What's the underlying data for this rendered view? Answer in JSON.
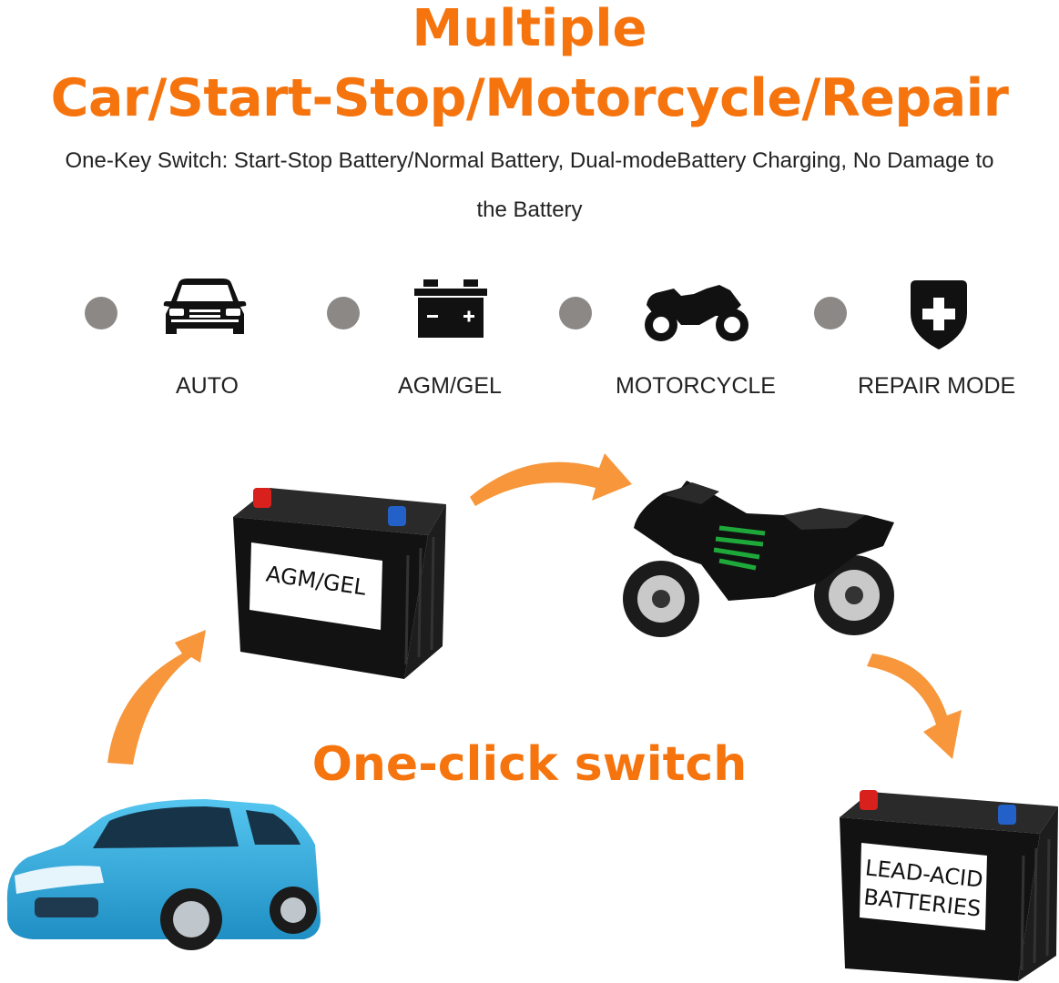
{
  "colors": {
    "accent": "#f5740e",
    "arrow": "#f7963a",
    "dot": "#8c8886",
    "car_blue": "#29a8dc"
  },
  "header": {
    "title_line1": "Multiple",
    "title_line2": "Car/Start-Stop/Motorcycle/Repair",
    "subtitle": "One-Key Switch: Start-Stop Battery/Normal Battery, Dual-modeBattery Charging, No Damage to the Battery"
  },
  "modes": [
    {
      "label": "AUTO",
      "icon": "car-icon"
    },
    {
      "label": "AGM/GEL",
      "icon": "battery-icon"
    },
    {
      "label": "MOTORCYCLE",
      "icon": "motorcycle-icon"
    },
    {
      "label": "REPAIR MODE",
      "icon": "repair-shield-icon"
    }
  ],
  "diagram": {
    "center_label": "One-click switch",
    "battery_agm_label": "AGM/GEL",
    "battery_lead_line1": "LEAD-ACID",
    "battery_lead_line2": "BATTERIES"
  }
}
